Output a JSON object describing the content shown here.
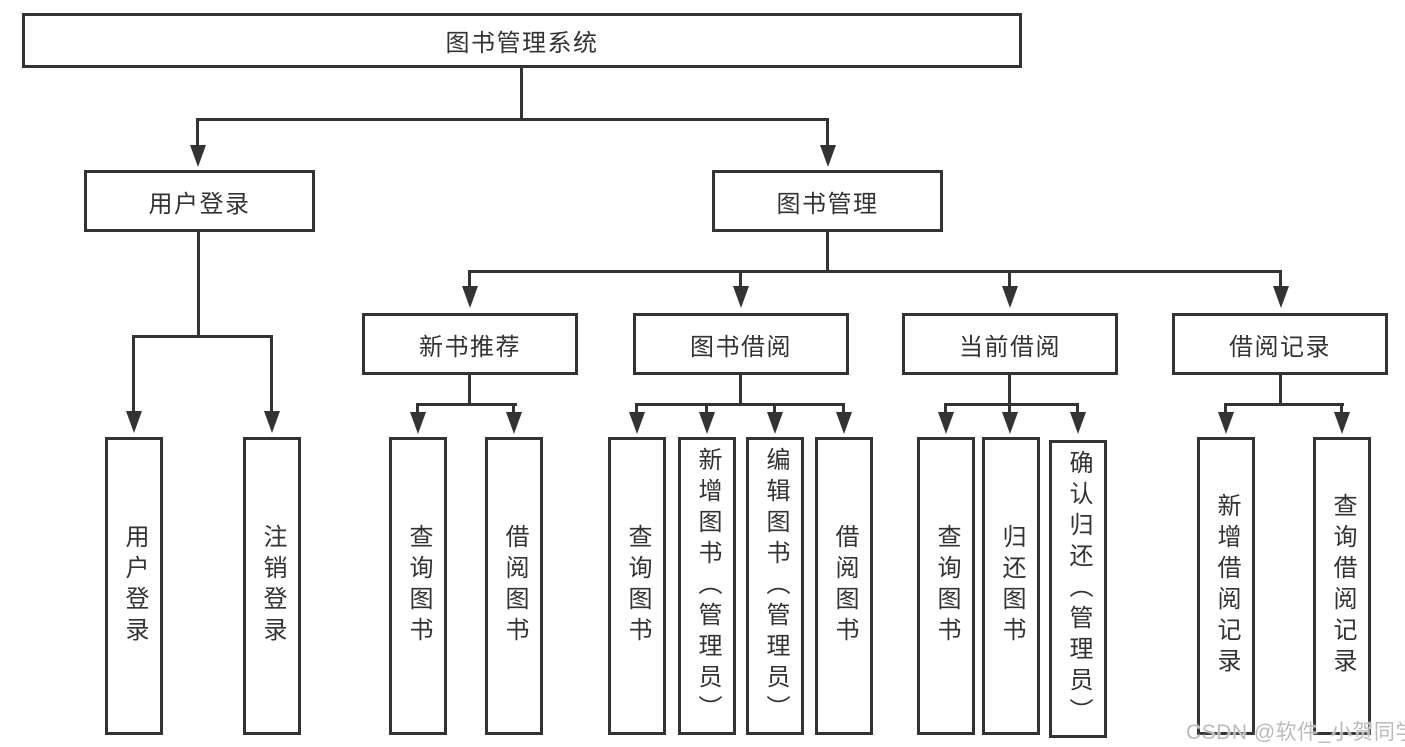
{
  "diagram": {
    "title": "图书管理系统",
    "type": "function-structure-tree",
    "colors": {
      "line": "#333333",
      "box_fill": "#ffffff",
      "text": "#333333",
      "watermark": "#afafaf"
    },
    "watermark": "CSDN @软件_小贺同学"
  },
  "nodes": {
    "root": "图书管理系统",
    "user_login": "用户登录",
    "book_mgmt": "图书管理",
    "new_book_rec": "新书推荐",
    "book_borrow": "图书借阅",
    "current_borrow": "当前借阅",
    "borrow_record": "借阅记录",
    "ul_user_login": "用户登录",
    "ul_logout": "注销登录",
    "nb_query": "查询图书",
    "nb_borrow": "借阅图书",
    "bb_query": "查询图书",
    "bb_add": "新增图书（管理员）",
    "bb_edit": "编辑图书（管理员）",
    "bb_borrow": "借阅图书",
    "cb_query": "查询图书",
    "cb_return": "归还图书",
    "cb_confirm": "确认归还（管理员）",
    "br_add": "新增借阅记录",
    "br_query": "查询借阅记录"
  },
  "tree": {
    "root": "图书管理系统",
    "children": [
      {
        "label": "用户登录",
        "children": [
          "用户登录",
          "注销登录"
        ]
      },
      {
        "label": "图书管理",
        "children": [
          {
            "label": "新书推荐",
            "children": [
              "查询图书",
              "借阅图书"
            ]
          },
          {
            "label": "图书借阅",
            "children": [
              "查询图书",
              "新增图书（管理员）",
              "编辑图书（管理员）",
              "借阅图书"
            ]
          },
          {
            "label": "当前借阅",
            "children": [
              "查询图书",
              "归还图书",
              "确认归还（管理员）"
            ]
          },
          {
            "label": "借阅记录",
            "children": [
              "新增借阅记录",
              "查询借阅记录"
            ]
          }
        ]
      }
    ]
  }
}
